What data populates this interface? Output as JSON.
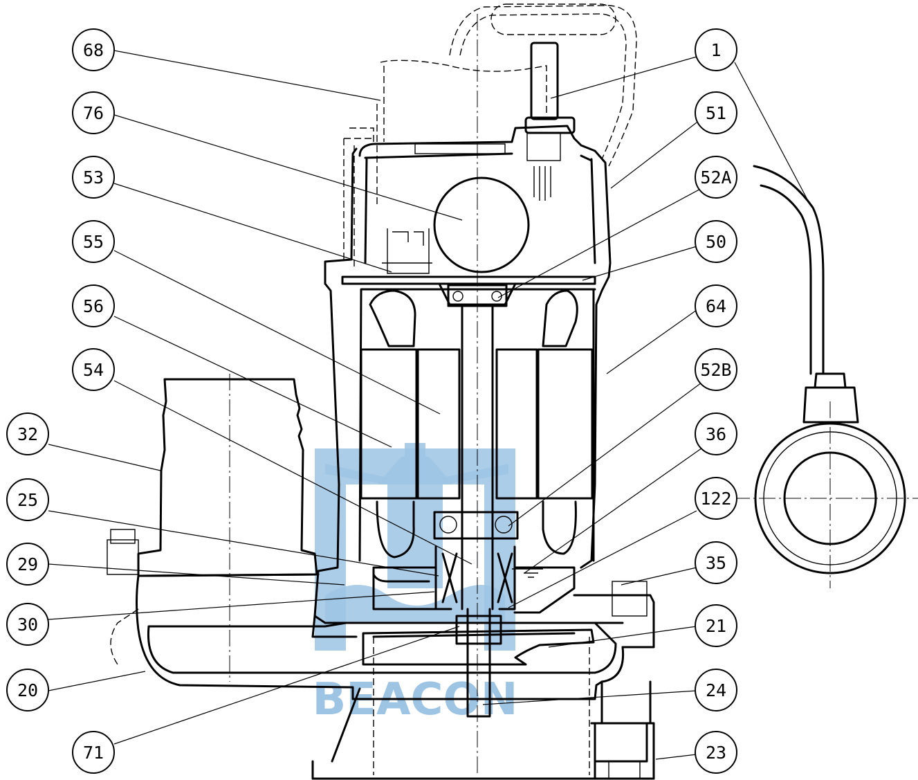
{
  "watermark": {
    "brand": "BEACON",
    "color": "#9ec4e4"
  },
  "callouts": [
    {
      "id": "c68",
      "label": "68"
    },
    {
      "id": "c76",
      "label": "76"
    },
    {
      "id": "c53",
      "label": "53"
    },
    {
      "id": "c55",
      "label": "55"
    },
    {
      "id": "c56",
      "label": "56"
    },
    {
      "id": "c54",
      "label": "54"
    },
    {
      "id": "c32",
      "label": "32"
    },
    {
      "id": "c25",
      "label": "25"
    },
    {
      "id": "c29",
      "label": "29"
    },
    {
      "id": "c30",
      "label": "30"
    },
    {
      "id": "c20",
      "label": "20"
    },
    {
      "id": "c71",
      "label": "71"
    },
    {
      "id": "c1",
      "label": "1"
    },
    {
      "id": "c51",
      "label": "51"
    },
    {
      "id": "c52a",
      "label": "52A"
    },
    {
      "id": "c50",
      "label": "50"
    },
    {
      "id": "c64",
      "label": "64"
    },
    {
      "id": "c52b",
      "label": "52B"
    },
    {
      "id": "c36",
      "label": "36"
    },
    {
      "id": "c122",
      "label": "122"
    },
    {
      "id": "c35",
      "label": "35"
    },
    {
      "id": "c21",
      "label": "21"
    },
    {
      "id": "c24",
      "label": "24"
    },
    {
      "id": "c23",
      "label": "23"
    }
  ]
}
